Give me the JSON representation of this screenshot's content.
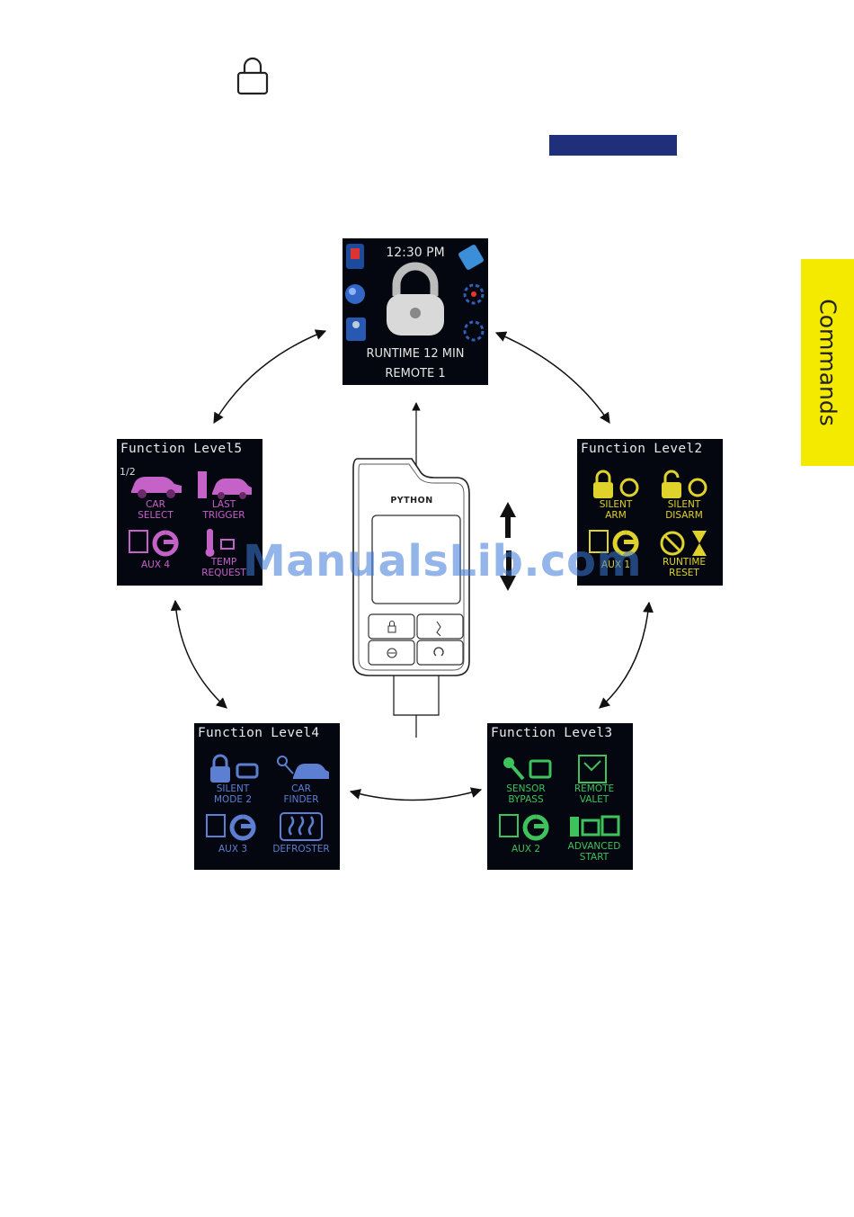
{
  "side_tab": {
    "label": "Commands"
  },
  "colors": {
    "accent_bar": "#1f2f7a",
    "tab": "#f4ea00",
    "screen_bg": "#04070f"
  },
  "main_screen": {
    "time": "12:30 PM",
    "line1": "RUNTIME 12 MIN",
    "line2": "REMOTE 1",
    "icons": [
      "door-icon",
      "battery-icon",
      "globe-icon",
      "padlock-icon",
      "siren-icon",
      "person-icon",
      "engine-icon"
    ]
  },
  "remote": {
    "brand": "PYTHON",
    "buttons": [
      "lock-icon",
      "trunk-icon",
      "aux-icon",
      "start-icon"
    ]
  },
  "levels": [
    {
      "id": "level5",
      "title": "Function Level5",
      "color": "#c562c8",
      "page": "1/2",
      "items": [
        {
          "label": "CAR\nSELECT",
          "icon": "car-icon"
        },
        {
          "label": "LAST\nTRIGGER",
          "icon": "car-trigger-icon"
        },
        {
          "label": "AUX 4",
          "icon": "aux-icon"
        },
        {
          "label": "TEMP\nREQUEST",
          "icon": "thermometer-icon"
        }
      ]
    },
    {
      "id": "level2",
      "title": "Function Level2",
      "color": "#dfd22c",
      "items": [
        {
          "label": "SILENT\nARM",
          "icon": "lock-speaker-icon"
        },
        {
          "label": "SILENT\nDISARM",
          "icon": "unlock-speaker-icon"
        },
        {
          "label": "AUX 1",
          "icon": "aux-icon"
        },
        {
          "label": "RUNTIME\nRESET",
          "icon": "hourglass-icon"
        }
      ]
    },
    {
      "id": "level4",
      "title": "Function Level4",
      "color": "#5d7fd2",
      "items": [
        {
          "label": "SILENT\nMODE 2",
          "icon": "lock-speaker-icon"
        },
        {
          "label": "CAR\nFINDER",
          "icon": "car-finder-icon"
        },
        {
          "label": "AUX 3",
          "icon": "aux-icon"
        },
        {
          "label": "DEFROSTER",
          "icon": "defroster-icon"
        }
      ]
    },
    {
      "id": "level3",
      "title": "Function Level3",
      "color": "#3ec25c",
      "items": [
        {
          "label": "SENSOR\nBYPASS",
          "icon": "sensor-icon"
        },
        {
          "label": "REMOTE\nVALET",
          "icon": "valet-icon"
        },
        {
          "label": "AUX 2",
          "icon": "aux-icon"
        },
        {
          "label": "ADVANCED\nSTART",
          "icon": "advanced-start-icon"
        }
      ]
    }
  ],
  "watermark": "ManualsLib.com"
}
